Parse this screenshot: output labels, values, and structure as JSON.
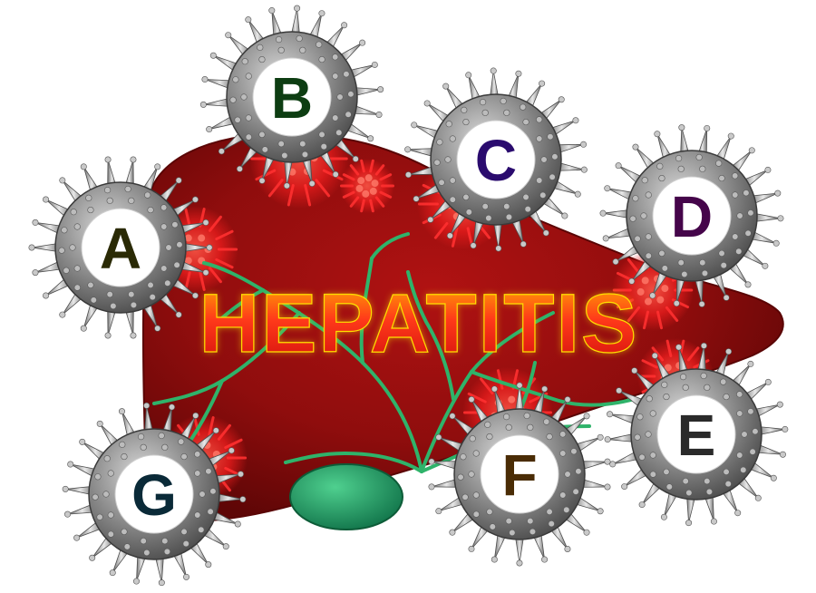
{
  "title": "HEPATITIS",
  "viruses": [
    {
      "letter": "A",
      "color": "#2a2a05"
    },
    {
      "letter": "B",
      "color": "#0d3d12"
    },
    {
      "letter": "C",
      "color": "#2a0b6e"
    },
    {
      "letter": "D",
      "color": "#45054a"
    },
    {
      "letter": "E",
      "color": "#2a2a2a"
    },
    {
      "letter": "F",
      "color": "#4a2c05"
    },
    {
      "letter": "G",
      "color": "#0a2a38"
    }
  ],
  "colors": {
    "liver": "#8f0d0d",
    "liver_highlight": "#c01515",
    "bile_duct": "#2fb36a",
    "gallbladder": "#1f9a5c",
    "virus_shell": "#8a8a8a",
    "virus_spike": "#9a9a9a",
    "infection_spots": "#e11b1b",
    "title_fill": "#ff3a1a",
    "title_glow": "#ffe600"
  }
}
